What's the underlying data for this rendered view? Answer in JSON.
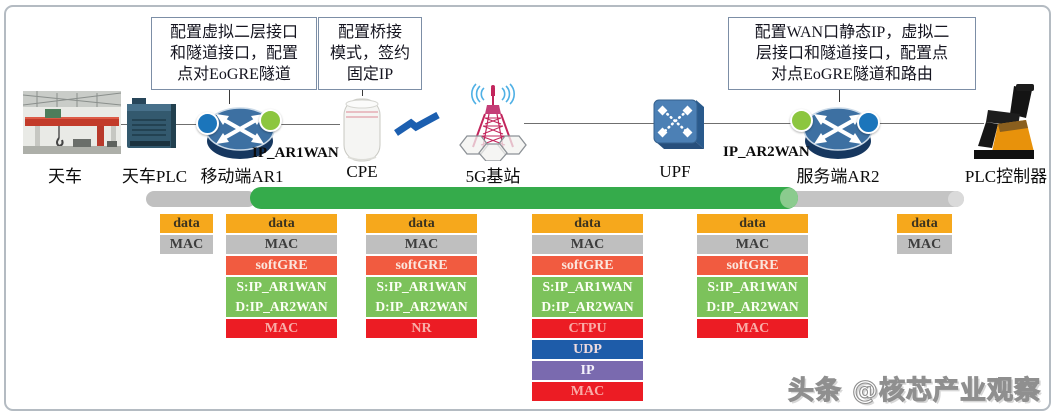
{
  "callouts": {
    "ar1": {
      "text": "配置虚拟二层接口\n和隧道接口，配置\n点对EoGRE隧道"
    },
    "cpe": {
      "text": "配置桥接\n模式，签约\n固定IP"
    },
    "ar2": {
      "text": "配置WAN口静态IP，虚拟二\n层接口和隧道接口，配置点\n对点EoGRE隧道和路由"
    }
  },
  "devices": {
    "crane": {
      "label": "天车"
    },
    "crane_plc": {
      "label": "天车PLC"
    },
    "ar1": {
      "label": "移动端AR1",
      "port": "IP_AR1WAN"
    },
    "cpe": {
      "label": "CPE"
    },
    "gnb": {
      "label": "5G基站"
    },
    "upf": {
      "label": "UPF"
    },
    "ar2": {
      "label": "服务端AR2",
      "port": "IP_AR2WAN"
    },
    "plc_ctrl": {
      "label": "PLC控制器"
    }
  },
  "stacks": {
    "s1": {
      "rows": [
        {
          "label": "data"
        },
        {
          "label": "MAC"
        }
      ]
    },
    "s2": {
      "rows": [
        {
          "label": "data"
        },
        {
          "label": "MAC"
        },
        {
          "label": "softGRE"
        },
        {
          "label": "S:IP_AR1WAN\nD:IP_AR2WAN"
        },
        {
          "label": "MAC"
        }
      ]
    },
    "s3": {
      "rows": [
        {
          "label": "data"
        },
        {
          "label": "MAC"
        },
        {
          "label": "softGRE"
        },
        {
          "label": "S:IP_AR1WAN\nD:IP_AR2WAN"
        },
        {
          "label": "NR"
        }
      ]
    },
    "s4": {
      "rows": [
        {
          "label": "data"
        },
        {
          "label": "MAC"
        },
        {
          "label": "softGRE"
        },
        {
          "label": "S:IP_AR1WAN\nD:IP_AR2WAN"
        },
        {
          "label": "CTPU"
        },
        {
          "label": "UDP"
        },
        {
          "label": "IP"
        },
        {
          "label": "MAC"
        }
      ]
    },
    "s5": {
      "rows": [
        {
          "label": "data"
        },
        {
          "label": "MAC"
        },
        {
          "label": "softGRE"
        },
        {
          "label": "S:IP_AR1WAN\nD:IP_AR2WAN"
        },
        {
          "label": "MAC"
        }
      ]
    },
    "s6": {
      "rows": [
        {
          "label": "data"
        },
        {
          "label": "MAC"
        }
      ]
    }
  },
  "watermark": {
    "text": "头条 @核芯产业观察"
  },
  "palette": {
    "tunnel_green": "#35AB4B",
    "ethernet_gray": "#C0C0C0",
    "data_orange": "#F6A81C",
    "mac_gray": "#BFBFBF",
    "softgre_red": "#F15B40",
    "ip_pair_green": "#7CC25B",
    "inner_red": "#EC1C24",
    "udp_blue": "#1E5CA9",
    "ip_purple": "#7A6AAF",
    "port_blue": "#1B75BB",
    "port_green": "#8DC63F"
  }
}
